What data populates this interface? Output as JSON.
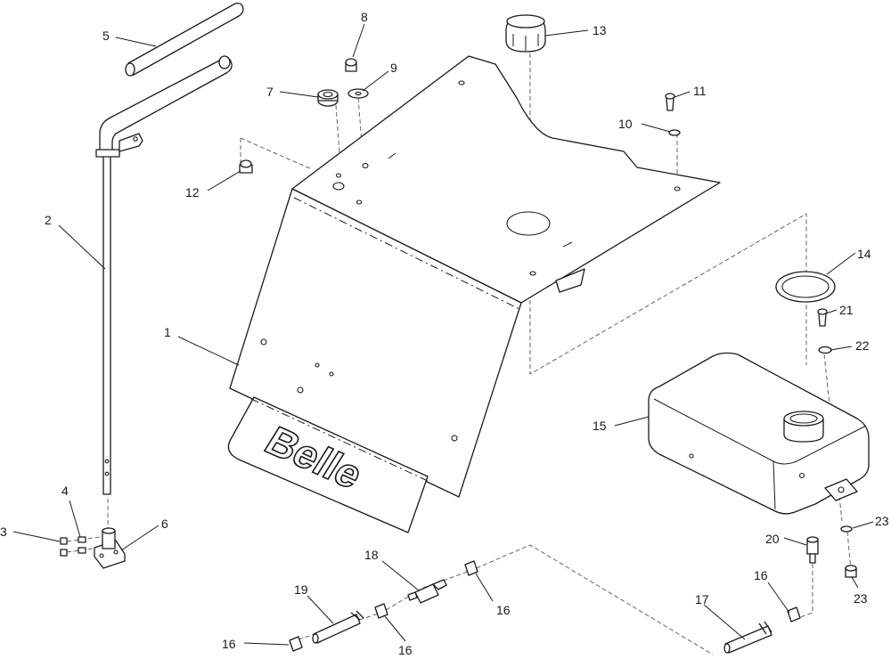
{
  "diagram": {
    "brand_text": "Belle",
    "callouts": [
      "1",
      "2",
      "3",
      "4",
      "5",
      "6",
      "7",
      "8",
      "9",
      "10",
      "11",
      "12",
      "13",
      "14",
      "15",
      "16",
      "16",
      "16",
      "16",
      "17",
      "18",
      "19",
      "20",
      "21",
      "22",
      "23",
      "23"
    ]
  }
}
